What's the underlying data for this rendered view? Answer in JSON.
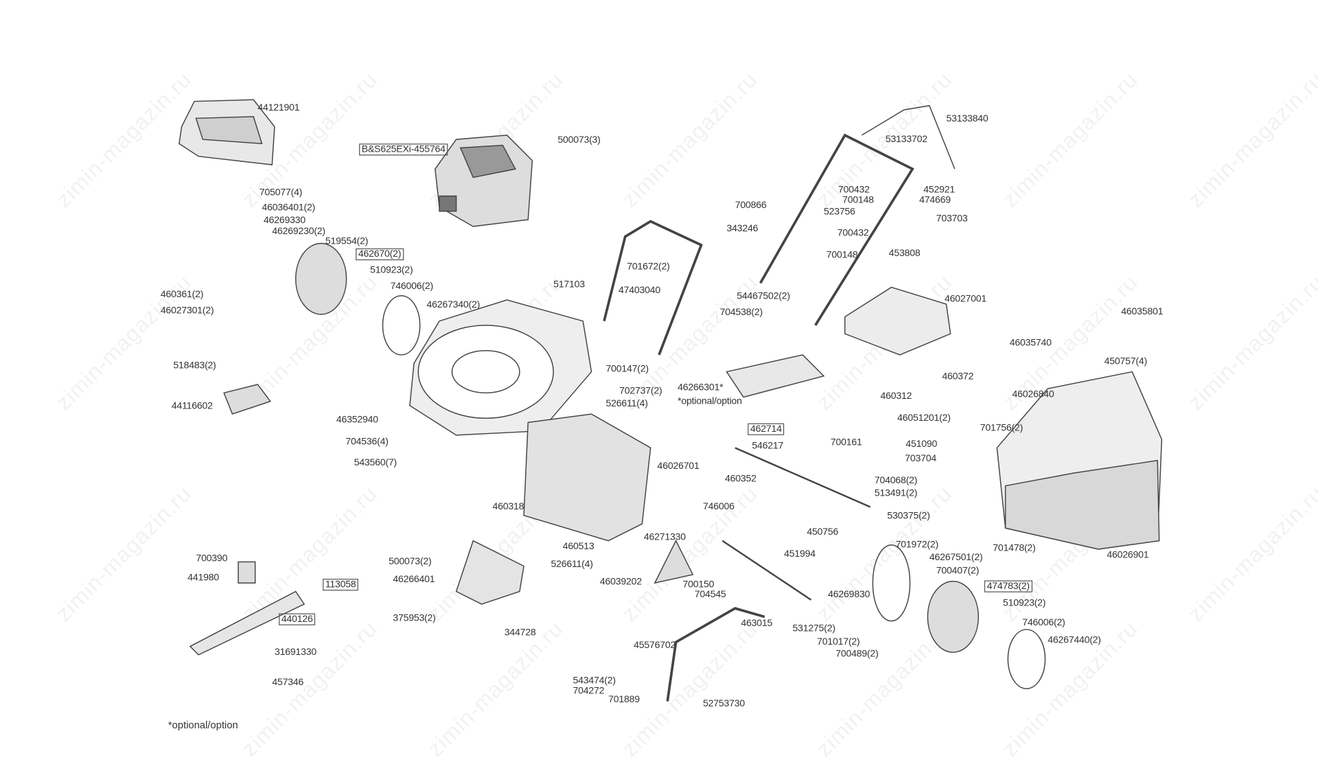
{
  "watermark": "zimin-magazin.ru",
  "footnote": "*optional/option",
  "labels": [
    "44121901",
    "B&S625EXi-455764",
    "500073(3)",
    "705077(4)",
    "46036401(2)",
    "46269330",
    "46269230(2)",
    "519554(2)",
    "462670(2)",
    "510923(2)",
    "746006(2)",
    "46267340(2)",
    "460361(2)",
    "46027301(2)",
    "517103",
    "47403040",
    "701672(2)",
    "54467502(2)",
    "704538(2)",
    "53133840",
    "53133702",
    "700432",
    "700148",
    "452921",
    "474669",
    "700866",
    "523756",
    "703703",
    "343246",
    "700432",
    "700148",
    "453808",
    "46027001",
    "46035801",
    "46035740",
    "450757(4)",
    "518483(2)",
    "44116602",
    "700147(2)",
    "702737(2)",
    "526611(4)",
    "46266301*",
    "*optional/option",
    "460372",
    "460312",
    "46026840",
    "46051201(2)",
    "701756(2)",
    "46352940",
    "704536(4)",
    "543560(7)",
    "462714",
    "546217",
    "700161",
    "451090",
    "703704",
    "46026701",
    "460352",
    "704068(2)",
    "513491(2)",
    "530375(2)",
    "460318",
    "746006",
    "450756",
    "701972(2)",
    "46267501(2)",
    "46026901",
    "701478(2)",
    "460513",
    "46271330",
    "451994",
    "700390",
    "500073(2)",
    "526611(4)",
    "700407(2)",
    "441980",
    "46266401",
    "46039202",
    "113058",
    "474783(2)",
    "700150",
    "704545",
    "46269830",
    "440126",
    "375953(2)",
    "510923(2)",
    "344728",
    "463015",
    "531275(2)",
    "746006(2)",
    "701017(2)",
    "46267440(2)",
    "45576702",
    "31691330",
    "700489(2)",
    "457346",
    "543474(2)",
    "704272",
    "701889",
    "52753730"
  ]
}
